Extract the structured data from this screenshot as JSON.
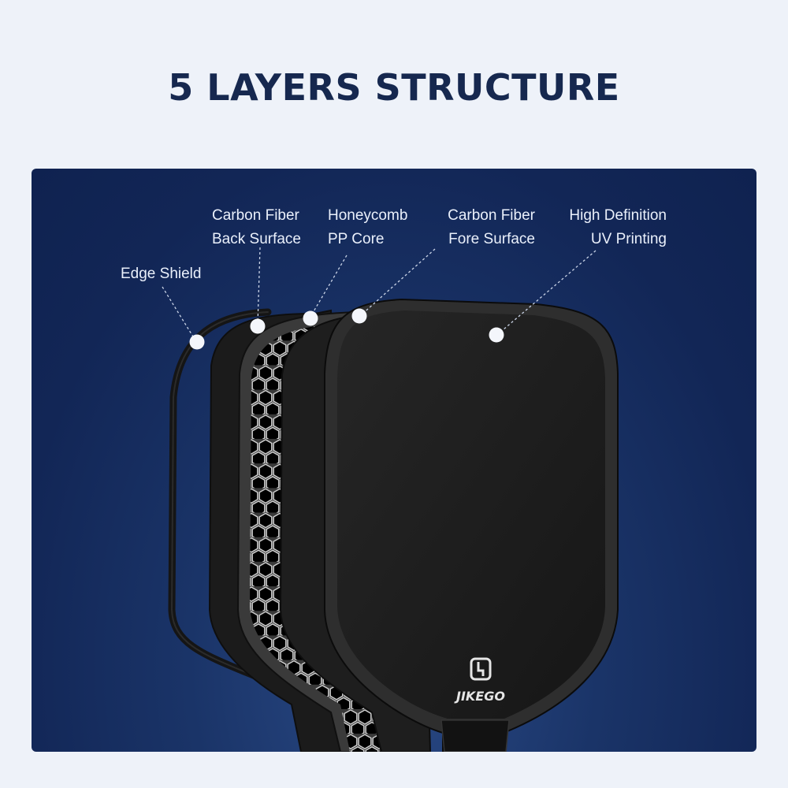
{
  "title": "5 LAYERS STRUCTURE",
  "labels": {
    "edge_shield": [
      "Edge Shield"
    ],
    "back_surface": [
      "Carbon Fiber",
      "Back Surface"
    ],
    "core": [
      "Honeycomb",
      "PP Core"
    ],
    "fore_surface": [
      "Carbon Fiber",
      "Fore Surface"
    ],
    "uv_printing": [
      "High Definition",
      "UV Printing"
    ]
  },
  "brand": "JIKEGO",
  "colors": {
    "title": "#16284f",
    "page_bg": "#eef2f9",
    "panel_bg": "#16295a",
    "label_text": "#eaf0fb",
    "paddle": "#1c1c1c"
  },
  "icons": [
    "brand-logo-icon"
  ]
}
